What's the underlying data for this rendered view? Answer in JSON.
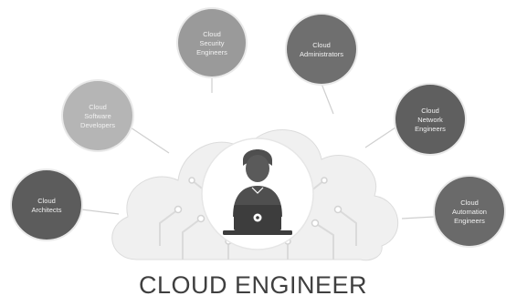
{
  "title": "CLOUD ENGINEER",
  "roles": [
    {
      "id": "cloud-security-engineers",
      "lines": [
        "Cloud",
        "Security",
        "Engineers"
      ],
      "color": "#9a9a9a"
    },
    {
      "id": "cloud-administrators",
      "lines": [
        "Cloud",
        "Administrators"
      ],
      "color": "#6f6f6f"
    },
    {
      "id": "cloud-software-developers",
      "lines": [
        "Cloud",
        "Software",
        "Developers"
      ],
      "color": "#b5b5b5"
    },
    {
      "id": "cloud-network-engineers",
      "lines": [
        "Cloud",
        "Network",
        "Engineers"
      ],
      "color": "#5f5f5f"
    },
    {
      "id": "cloud-architects",
      "lines": [
        "Cloud",
        "Architects"
      ],
      "color": "#5c5c5c"
    },
    {
      "id": "cloud-automation-engineers",
      "lines": [
        "Cloud",
        "Automation",
        "Engineers"
      ],
      "color": "#6a6a6a"
    }
  ],
  "center_icon": "engineer-at-laptop-icon",
  "background_icon": "cloud-circuit-icon"
}
